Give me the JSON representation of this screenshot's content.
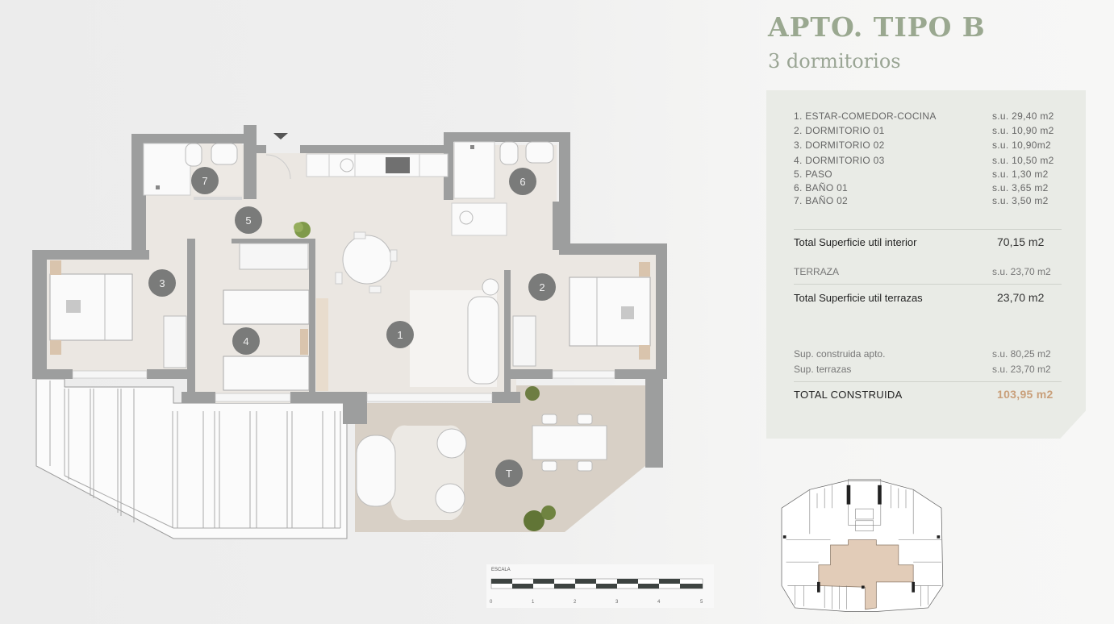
{
  "header": {
    "title": "APTO. TIPO B",
    "subtitle": "3 dormitorios"
  },
  "rooms": [
    {
      "label": "1. ESTAR-COMEDOR-COCINA",
      "value": "s.u.  29,40 m2"
    },
    {
      "label": "2. DORMITORIO 01",
      "value": "s.u. 10,90 m2"
    },
    {
      "label": "3. DORMITORIO 02",
      "value": "s.u. 10,90m2"
    },
    {
      "label": "4. DORMITORIO 03",
      "value": "s.u.  10,50 m2"
    },
    {
      "label": "5. PASO",
      "value": "s.u.   1,30 m2"
    },
    {
      "label": "6. BAÑO 01",
      "value": "s.u.   3,65 m2"
    },
    {
      "label": "7. BAÑO 02",
      "value": "s.u.   3,50 m2"
    }
  ],
  "totals": {
    "interior_label": "Total Superficie util interior",
    "interior_value": "70,15 m2",
    "terraza_label": "TERRAZA",
    "terraza_value": "s.u. 23,70 m2",
    "terrazas_total_label": "Total Superficie util terrazas",
    "terrazas_total_value": "23,70 m2",
    "built_apto_label": "Sup. construida apto.",
    "built_apto_value": "s.u. 80,25 m2",
    "built_terr_label": "Sup. terrazas",
    "built_terr_value": "s.u. 23,70 m2",
    "grand_label": "TOTAL CONSTRUIDA",
    "grand_value": "103,95 m2"
  },
  "plan": {
    "markers": [
      {
        "id": "1",
        "label": "1"
      },
      {
        "id": "2",
        "label": "2"
      },
      {
        "id": "3",
        "label": "3"
      },
      {
        "id": "4",
        "label": "4"
      },
      {
        "id": "5",
        "label": "5"
      },
      {
        "id": "6",
        "label": "6"
      },
      {
        "id": "7",
        "label": "7"
      },
      {
        "id": "T",
        "label": "T"
      }
    ]
  },
  "scale": {
    "label": "ESCALA",
    "ticks": [
      "0",
      "1",
      "2",
      "3",
      "4",
      "5"
    ]
  },
  "colors": {
    "title": "#9aa890",
    "panel": "#e9ebe6",
    "accent_total": "#c99f7a",
    "walls": "#9d9e9e",
    "floor": "#ebe7e2",
    "terrace": "#d8d0c6",
    "marker": "#7a7b7a",
    "keyplan_highlight": "#e2ccb8"
  }
}
